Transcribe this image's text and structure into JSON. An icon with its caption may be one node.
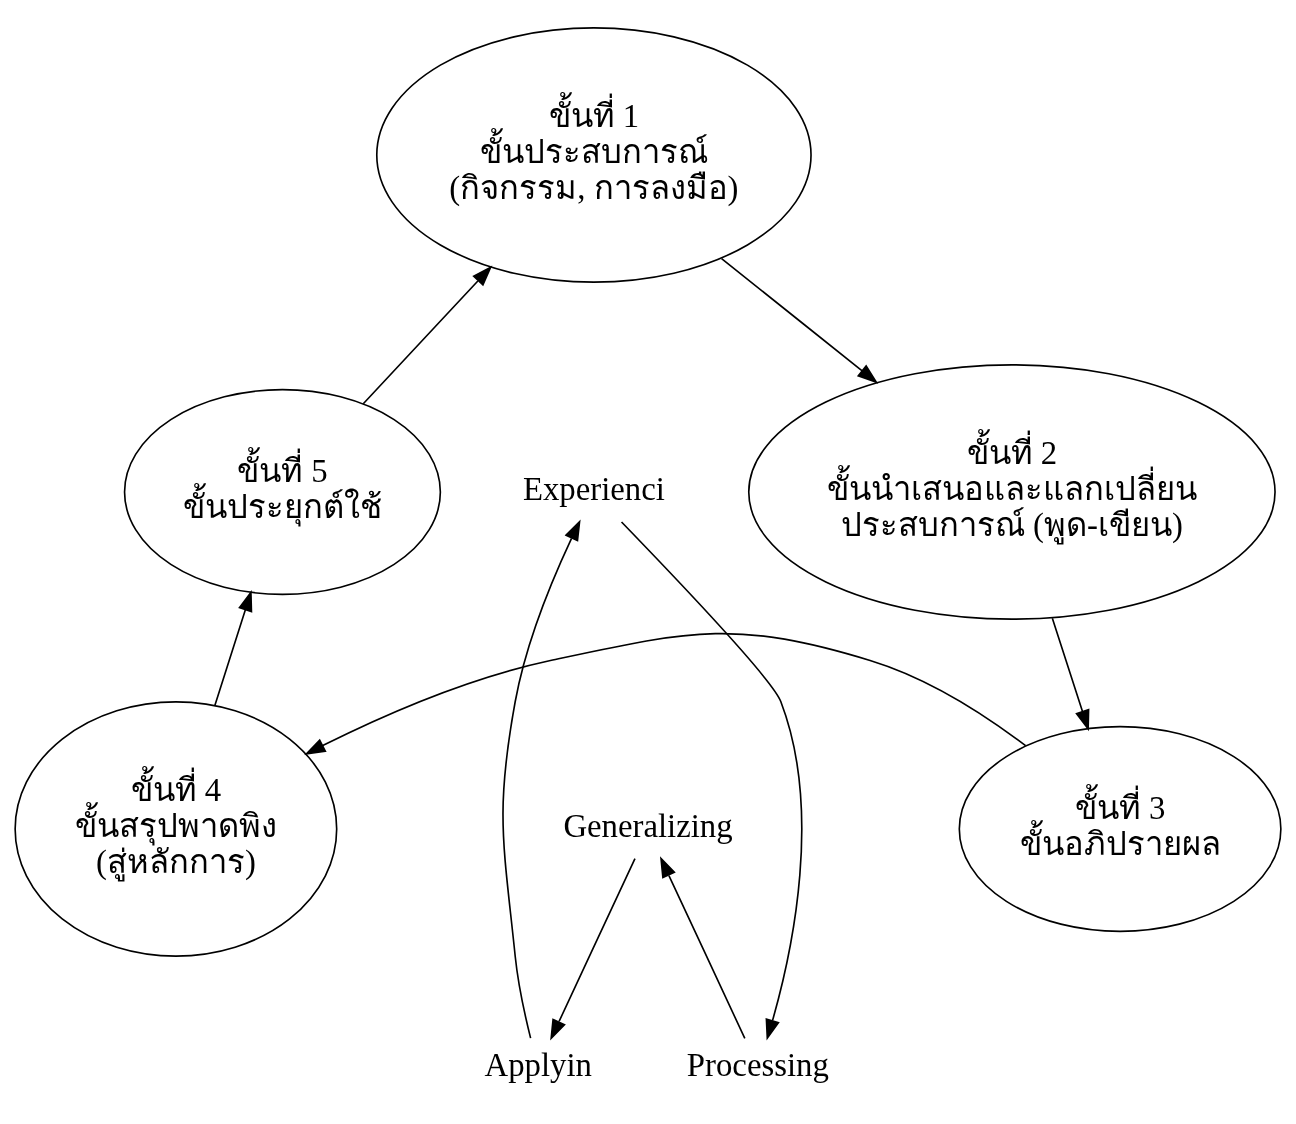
{
  "diagram": {
    "nodes": [
      {
        "text": [
          "ขั้นที่ 1",
          "ขั้นประสบการณ์",
          "(กิจกรรม, การลงมือ)"
        ]
      },
      {
        "text": [
          "ขั้นที่ 2",
          "ขั้นนำเสนอและแลกเปลี่ยน ประสบการณ์ (พูด-เขียน)"
        ]
      },
      {
        "text": [
          "ขั้นที่ 3",
          "ขั้นอภิปรายผล"
        ]
      },
      {
        "text": [
          "ขั้นที่ 4",
          "ขั้นสรุปพาดพิง",
          "(สู่หลักการ)"
        ]
      },
      {
        "text": [
          "ขั้นที่ 5",
          "ขั้นประยุกต์ใช้"
        ]
      },
      {
        "text": [
          "Experienci"
        ]
      },
      {
        "text": [
          "Processing"
        ]
      },
      {
        "text": [
          "Generalizing"
        ]
      },
      {
        "text": [
          "Applyin"
        ]
      }
    ],
    "edges": [
      {
        "from": 0,
        "to": 1,
        "arrow": "to"
      },
      {
        "from": 1,
        "to": 2,
        "arrow": "to"
      },
      {
        "from": 2,
        "to": 3,
        "arrow": "to"
      },
      {
        "from": 3,
        "to": 4,
        "arrow": "to"
      },
      {
        "from": 4,
        "to": 0,
        "arrow": "to"
      },
      {
        "from": 5,
        "to": 6,
        "arrow": "to"
      },
      {
        "from": 6,
        "to": 7,
        "arrow": "to"
      },
      {
        "from": 7,
        "to": 8,
        "arrow": "to"
      },
      {
        "from": 8,
        "to": 5,
        "arrow": "to"
      }
    ]
  }
}
